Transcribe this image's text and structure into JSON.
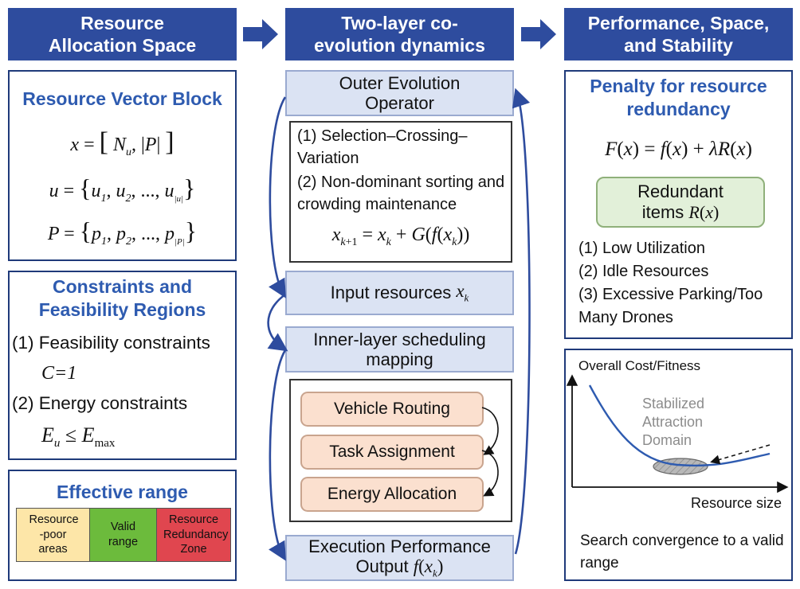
{
  "headers": {
    "left": "Resource Allocation Space",
    "middle": "Two-layer co-evolution dynamics",
    "right": "Performance, Space, and Stability"
  },
  "resource_vector": {
    "title": "Resource Vector Block"
  },
  "constraints": {
    "title": "Constraints and Feasibility Regions",
    "item1": "(1) Feasibility constraints",
    "item1_formula": "C=1",
    "item2": "(2) Energy constraints"
  },
  "effective_range": {
    "title": "Effective range",
    "cells": [
      {
        "label": "Resource -poor areas",
        "color": "#fde6a8"
      },
      {
        "label": "Valid range",
        "color": "#6cbb3c"
      },
      {
        "label": "Resource Redundancy Zone",
        "color": "#e0464f"
      }
    ]
  },
  "middle": {
    "outer_operator": "Outer Evolution Operator",
    "step1": "(1) Selection–Crossing–Variation",
    "step2": "(2) Non-dominant sorting and crowding maintenance",
    "input_resources": "Input resources",
    "inner_mapping": "Inner-layer scheduling mapping",
    "pills": [
      "Vehicle Routing",
      "Task Assignment",
      "Energy Allocation"
    ],
    "execution_output": "Execution Performance Output"
  },
  "right": {
    "penalty_title": "Penalty for resource redundancy",
    "redundant_items": "Redundant items",
    "list": [
      "(1) Low Utilization",
      "(2) Idle Resources",
      "(3) Excessive Parking/Too Many Drones"
    ],
    "chart_ylabel": "Overall Cost/Fitness",
    "chart_xlabel": "Resource size",
    "chart_annotation": "Stabilized Attraction Domain",
    "convergence_text": "Search convergence to a valid range"
  },
  "colors": {
    "banner": "#2e4c9e",
    "accent_blue": "#2e5bb0",
    "mid_box": "#dbe3f3",
    "pill": "#fbe0cf",
    "redundant_box": "#e2f0d9"
  }
}
